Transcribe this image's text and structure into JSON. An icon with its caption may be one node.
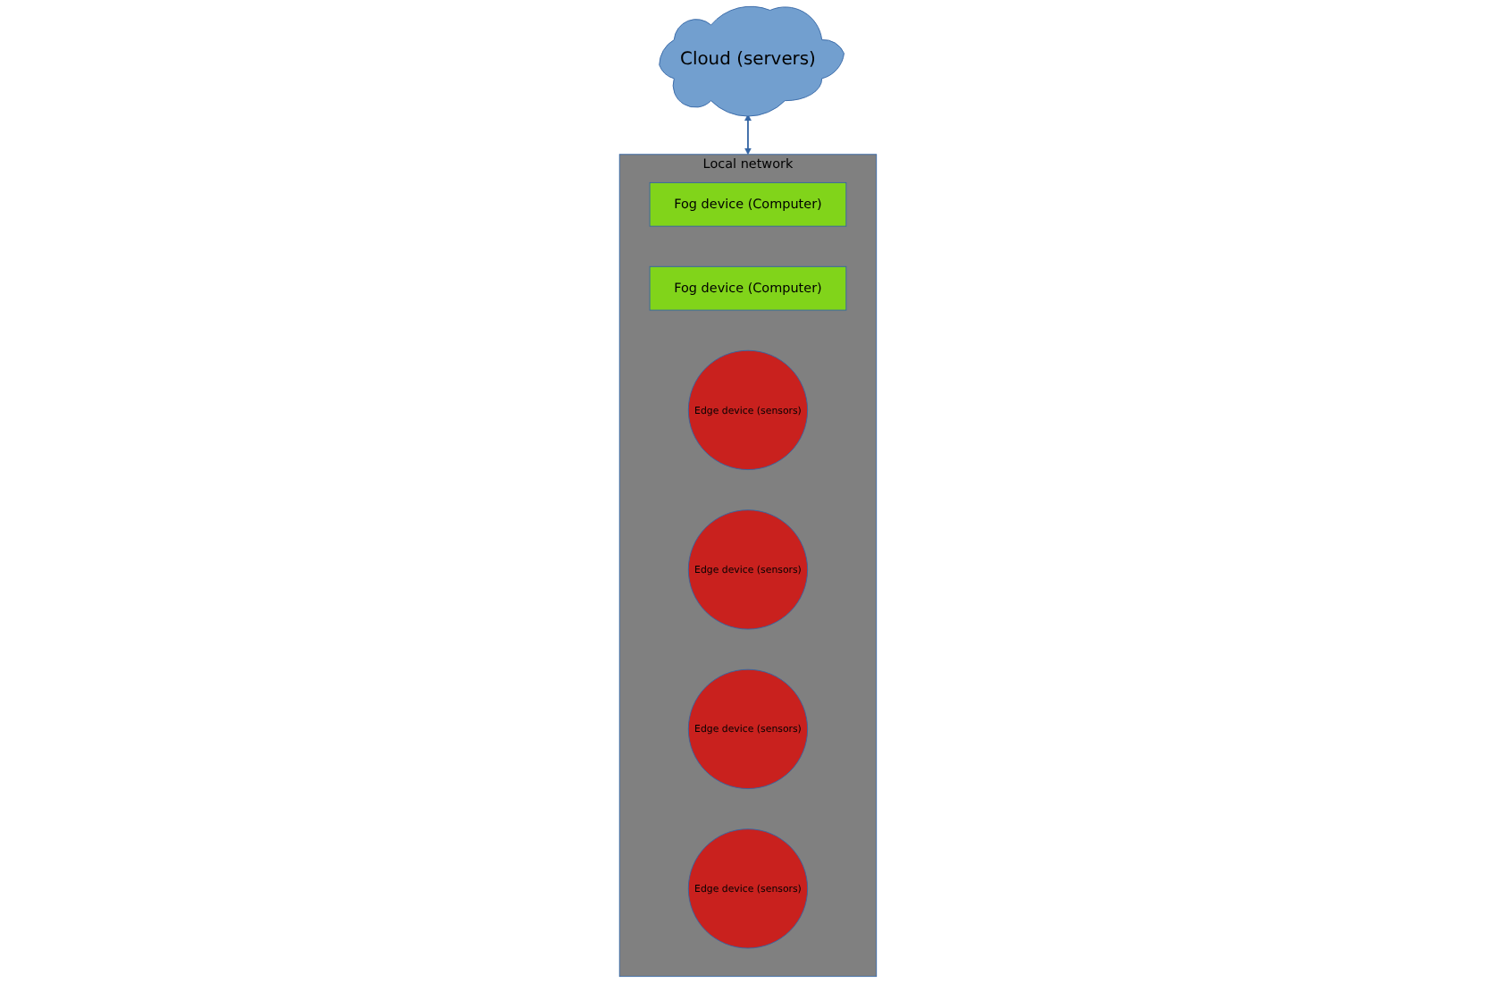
{
  "diagram": {
    "nodes": [
      {
        "text": [
          "Cloud (servers)"
        ]
      },
      {
        "text": [
          "Local network"
        ]
      },
      {
        "text": [
          "Fog device (Computer)"
        ],
        "in": 1
      },
      {
        "text": [
          "Fog device (Computer)"
        ],
        "in": 1
      },
      {
        "text": [
          "Edge device (sensors)"
        ],
        "in": 1
      },
      {
        "text": [
          "Edge device (sensors)"
        ],
        "in": 1
      },
      {
        "text": [
          "Edge device (sensors)"
        ],
        "in": 1
      },
      {
        "text": [
          "Edge device (sensors)"
        ],
        "in": 1
      }
    ],
    "edges": [
      {
        "from": 0,
        "to": 1,
        "arrow": "both"
      }
    ]
  }
}
